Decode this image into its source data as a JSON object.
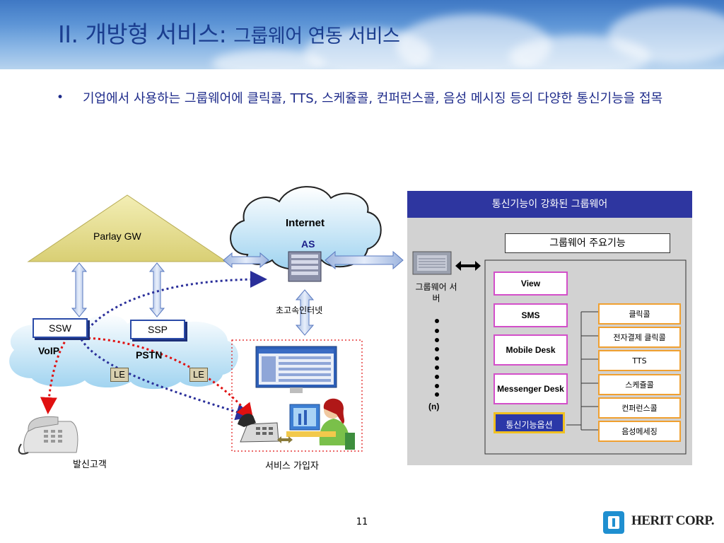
{
  "header": {
    "title_main": "II. 개방형 서비스:",
    "title_sub": "그룹웨어 연동 서비스"
  },
  "body": {
    "bullet": "•",
    "paragraph": "기업에서 사용하는 그룹웨어에 클릭콜, TTS, 스케쥴콜, 컨퍼런스콜, 음성 메시징 등의 다양한 통신기능을 접목"
  },
  "network": {
    "parlay_gw": "Parlay GW",
    "internet": "Internet",
    "as": "AS",
    "highspeed": "초고속인터넷",
    "ssw": "SSW",
    "ssp": "SSP",
    "voip": "VoIP",
    "pstn": "PSTN",
    "le1": "LE",
    "le2": "LE",
    "caller": "발신고객",
    "subscriber": "서비스 가입자"
  },
  "groupware": {
    "panel_title": "통신기능이 강화된 그룹웨어",
    "server_label": "그룹웨어 서버",
    "n_label": "(n)",
    "main_functions": "그룹웨어 주요기능",
    "modules": [
      "View",
      "SMS",
      "Mobile Desk",
      "Messenger Desk"
    ],
    "option": "통신기능옵션",
    "options": [
      "클릭콜",
      "전자결제 클릭콜",
      "TTS",
      "스케쥴콜",
      "컨퍼런스콜",
      "음성메세징"
    ]
  },
  "footer": {
    "page_number": "11",
    "company": "HERIT CORP."
  },
  "colors": {
    "title": "#1a3d8f",
    "panel_header": "#2e36a0",
    "panel_bg": "#d2d2d2",
    "module_border": "#d34fc9",
    "option_border": "#f0a030"
  }
}
